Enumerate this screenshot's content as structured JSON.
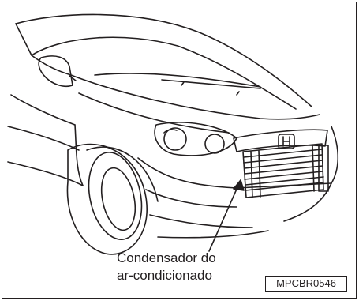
{
  "figure": {
    "callout": {
      "line1": "Condensador do",
      "line2": "ar-condicionado"
    },
    "reference_code": "MPCBR0546"
  },
  "colors": {
    "line": "#231f20",
    "background": "#ffffff"
  }
}
